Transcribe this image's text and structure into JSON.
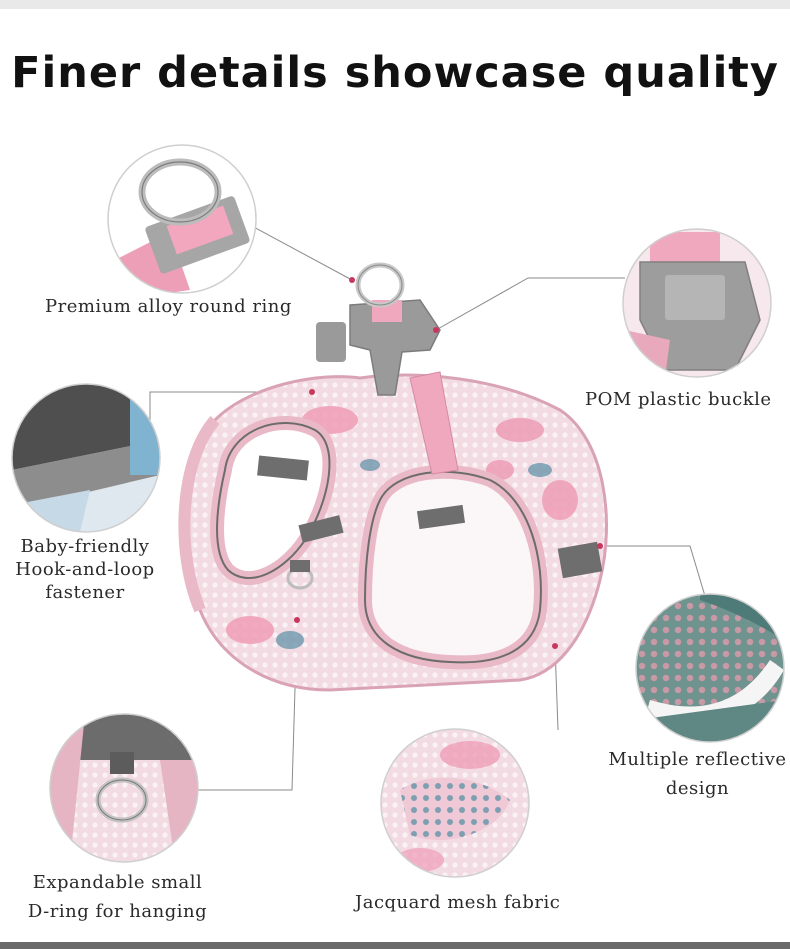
{
  "title": "Finer details showcase quality",
  "callouts": {
    "ring": {
      "line1": "Premium alloy round ring"
    },
    "buckle": {
      "line1": "POM plastic buckle"
    },
    "hook": {
      "line1": "Baby-friendly",
      "line2": "Hook-and-loop",
      "line3": "fastener"
    },
    "reflective": {
      "line1": "Multiple reflective",
      "line2": "design"
    },
    "dring": {
      "line1": "Expandable small",
      "line2": "D-ring for hanging"
    },
    "mesh": {
      "line1": "Jacquard mesh fabric"
    }
  },
  "colors": {
    "harness_pink": "#e8b7c6",
    "strap_pink": "#f0a8be",
    "reflective_gray": "#6e6e6e",
    "buckle_gray": "#9a9a9a",
    "leader_line": "#8a8a8a",
    "marker": "#c8365e"
  }
}
